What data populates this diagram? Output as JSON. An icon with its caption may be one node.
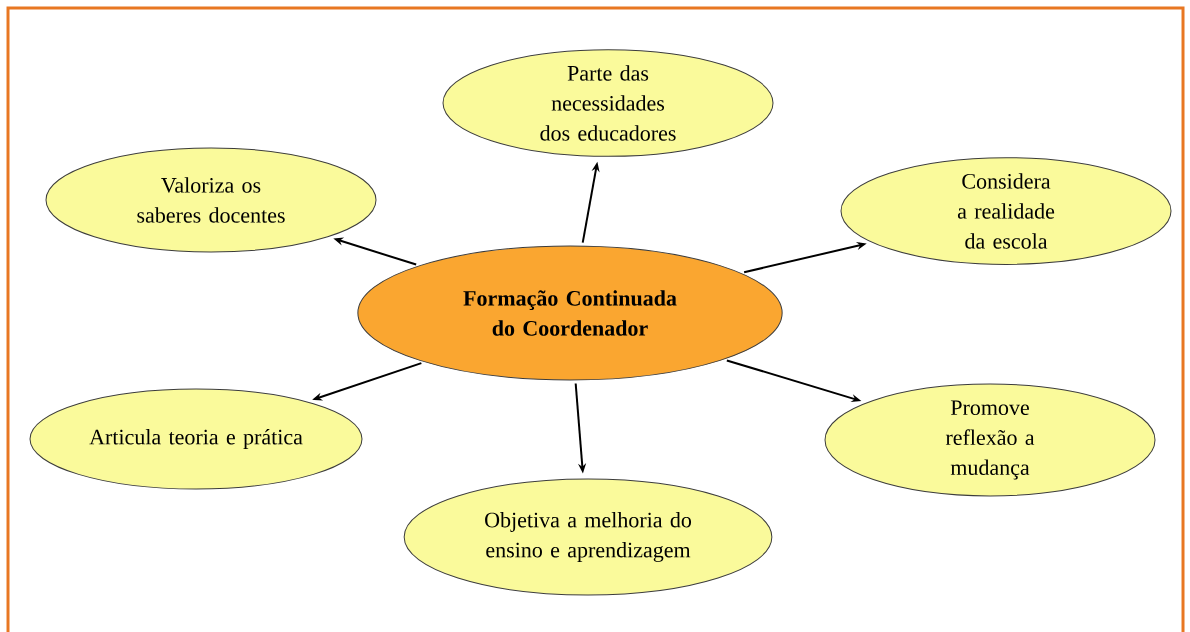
{
  "diagram": {
    "nodes": [
      {
        "text": [
          "Formação Continuada do Coordenador"
        ]
      },
      {
        "text": [
          "Parte das necessidades dos educadores"
        ]
      },
      {
        "text": [
          "Valoriza os saberes docentes"
        ]
      },
      {
        "text": [
          "Considera a realidade da escola"
        ]
      },
      {
        "text": [
          "Articula teoria e prática"
        ]
      },
      {
        "text": [
          "Objetiva a melhoria do ensino e aprendizagem"
        ]
      },
      {
        "text": [
          "Promove reflexão a mudança"
        ]
      }
    ],
    "edges": [
      {
        "from": 0,
        "to": 1,
        "arrow": "to"
      },
      {
        "from": 0,
        "to": 2,
        "arrow": "to"
      },
      {
        "from": 0,
        "to": 3,
        "arrow": "to"
      },
      {
        "from": 0,
        "to": 4,
        "arrow": "to"
      },
      {
        "from": 0,
        "to": 5,
        "arrow": "to"
      },
      {
        "from": 0,
        "to": 6,
        "arrow": "to"
      }
    ]
  }
}
